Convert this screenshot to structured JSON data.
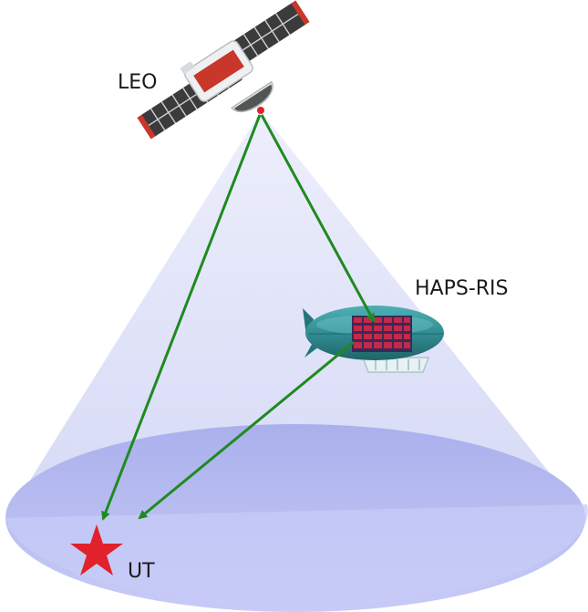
{
  "labels": {
    "satellite": "LEO",
    "platform": "HAPS-RIS",
    "user": "UT"
  },
  "colors": {
    "beam_cone": "#d9dcf6",
    "ground_top": "#b1b6ee",
    "ground_bottom": "#c9ccf7",
    "link_arrow": "#1f8a1f",
    "user_star": "#e1222b",
    "ris_panel": "#c4284a",
    "airship_body": "#2f8a8f",
    "satellite_panel": "#3b3b3b",
    "satellite_bus": "#c8372a"
  },
  "icons": {
    "satellite": "satellite-icon",
    "airship": "airship-icon",
    "user": "star-icon"
  }
}
